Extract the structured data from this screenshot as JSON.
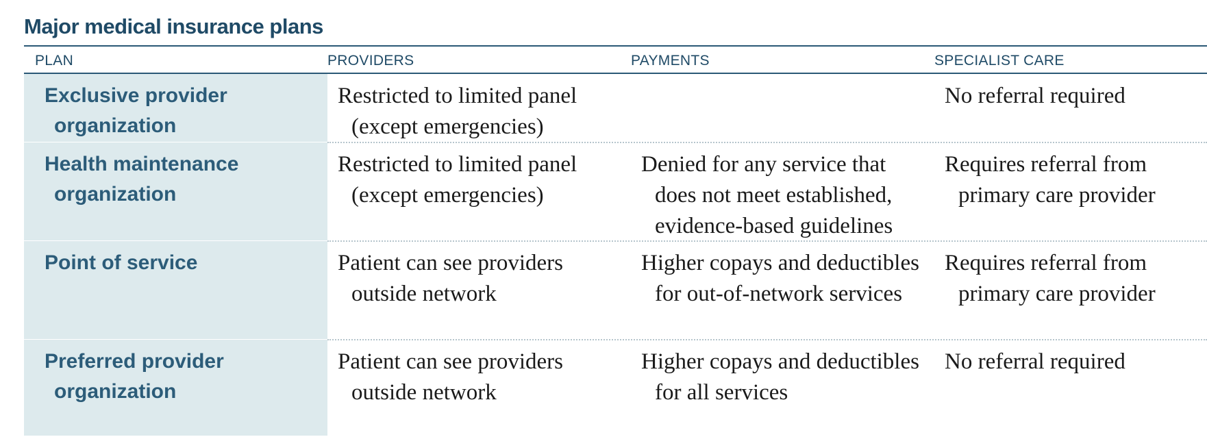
{
  "title": "Major medical insurance plans",
  "columns": {
    "plan": "PLAN",
    "providers": "PROVIDERS",
    "payments": "PAYMENTS",
    "specialist": "SPECIALIST CARE"
  },
  "rows": [
    {
      "plan": "Exclusive provider organization",
      "providers": "Restricted to limited panel (except emergencies)",
      "payments": "",
      "specialist": "No referral required"
    },
    {
      "plan": "Health maintenance organization",
      "providers": "Restricted to limited panel (except emergencies)",
      "payments": "Denied for any service that does not meet established, evidence-based guidelines",
      "specialist": "Requires referral from primary care provider"
    },
    {
      "plan": "Point of service",
      "providers": "Patient can see providers outside network",
      "payments": "Higher copays and deductibles for out-of-network services",
      "specialist": "Requires referral from primary care provider"
    },
    {
      "plan": "Preferred provider organization",
      "providers": "Patient can see providers outside network",
      "payments": "Higher copays and deductibles for all services",
      "specialist": "No referral required"
    }
  ],
  "colors": {
    "heading": "#1f4a66",
    "plan_text": "#2c5c79",
    "plan_background": "#ddeaed",
    "rule": "#2a5876",
    "separator": "#b5c4cc"
  }
}
